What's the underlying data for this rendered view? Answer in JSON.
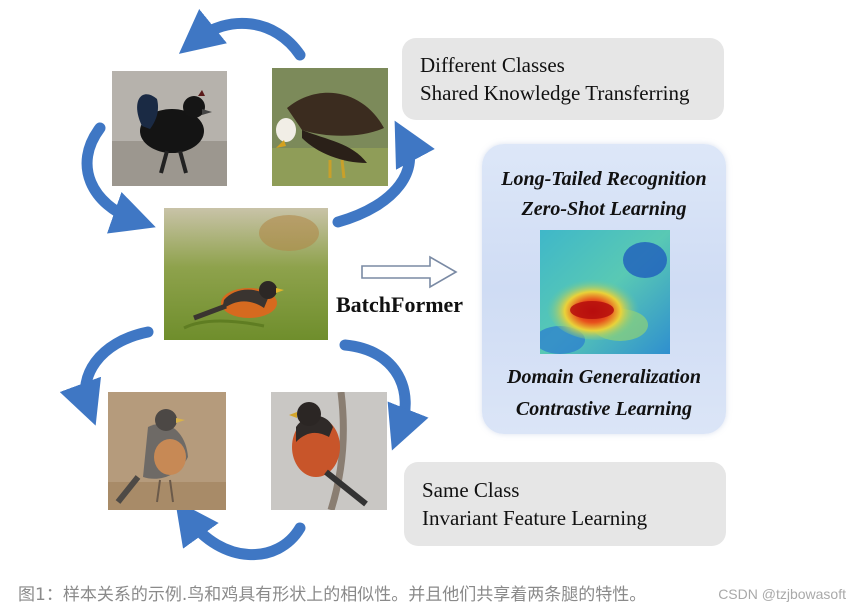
{
  "top_box": {
    "line1": "Different Classes",
    "line2": "Shared Knowledge Transferring"
  },
  "bottom_box": {
    "line1": "Same Class",
    "line2": "Invariant Feature Learning"
  },
  "center_label": "BatchFormer",
  "tasks": {
    "task1": "Long-Tailed Recognition",
    "task2": "Zero-Shot Learning",
    "task3": "Domain Generalization",
    "task4": "Contrastive Learning"
  },
  "caption": "图1：样本关系的示例.鸟和鸡具有形状上的相似性。并且他们共享着两条腿的特性。",
  "watermark": "CSDN @tzjbowasoft",
  "colors": {
    "arrow_blue": "#3f77c4",
    "panel_blue": "#d4e0f6",
    "box_gray": "#e6e6e6",
    "caption_gray": "#8a8a8a"
  }
}
